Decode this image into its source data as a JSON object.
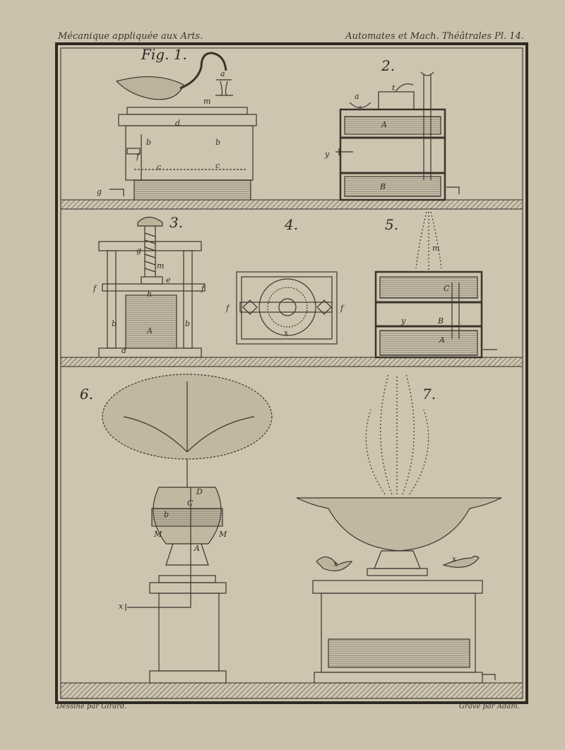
{
  "header": {
    "left": "Mécanique appliquée aux Arts.",
    "right": "Automates et Mach. Théâtrales Pl. 14."
  },
  "footer": {
    "left": "Dessiné par Girard.",
    "right": "Gravé par Adam."
  },
  "figures": {
    "f1": "Fig. 1.",
    "f2": "2.",
    "f3": "3.",
    "f4": "4.",
    "f5": "5.",
    "f6": "6.",
    "f7": "7."
  },
  "labels": {
    "f1": [
      "a",
      "m",
      "d",
      "b",
      "b",
      "f",
      "c",
      "c",
      "g"
    ],
    "f2": [
      "t",
      "a",
      "A",
      "y",
      "B"
    ],
    "f3": [
      "g",
      "m",
      "e",
      "f",
      "f",
      "h",
      "b",
      "b",
      "A",
      "d"
    ],
    "f4": [
      "f",
      "f",
      "x"
    ],
    "f5": [
      "m",
      "C",
      "B",
      "y",
      "A"
    ],
    "f6": [
      "D",
      "C",
      "b",
      "M",
      "M",
      "A",
      "x"
    ],
    "f7": [
      "x",
      "x"
    ]
  },
  "colors": {
    "paper": "#cbc1ac",
    "ink": "#3a342d"
  }
}
